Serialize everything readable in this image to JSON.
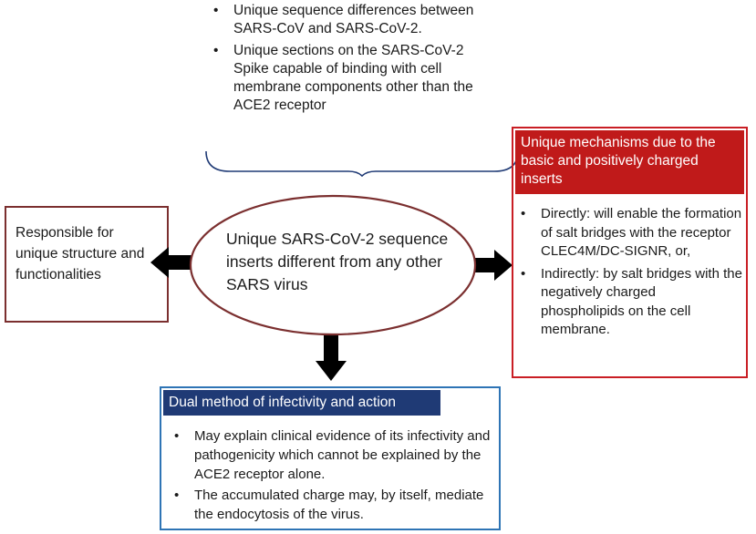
{
  "top_list": {
    "items": [
      "Unique sequence differences between SARS-CoV and SARS-CoV-2.",
      "Unique sections on the SARS-CoV-2 Spike capable of binding with cell membrane components other than the ACE2 receptor"
    ]
  },
  "left_box": {
    "text": "Responsible for unique structure and functionalities"
  },
  "center": {
    "text": "Unique SARS-CoV-2 sequence inserts different from any other SARS virus"
  },
  "right_box": {
    "header": "Unique mechanisms due to the basic and positively charged inserts",
    "items": [
      "Directly: will enable the formation of salt bridges with the receptor CLEC4M/DC-SIGNR, or,",
      "Indirectly: by salt bridges with the negatively charged phospholipids on the cell membrane."
    ]
  },
  "bottom_box": {
    "header": "Dual method of infectivity and action",
    "items": [
      "May explain clinical evidence of its infectivity and pathogenicity which cannot be explained by the ACE2 receptor alone.",
      "The accumulated charge may, by itself, mediate the endocytosis of the virus."
    ]
  },
  "colors": {
    "left_border": "#7b2f2f",
    "right_border": "#c91e24",
    "right_header": "#c01a1a",
    "bottom_border": "#2e74b5",
    "bottom_header": "#1f3a75",
    "ellipse_stroke": "#7b2f2f"
  }
}
